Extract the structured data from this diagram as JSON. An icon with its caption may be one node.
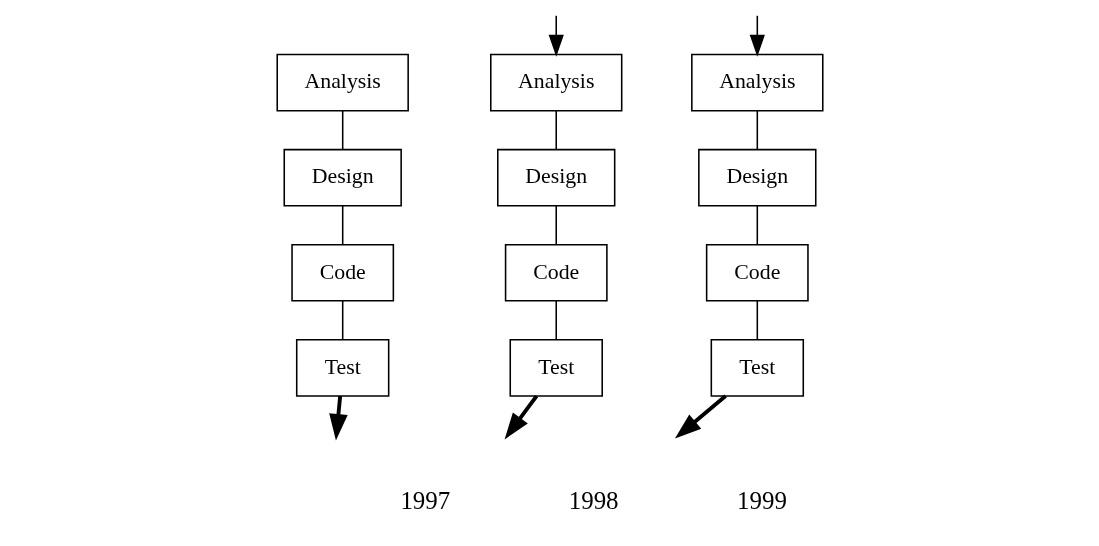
{
  "diagram": {
    "nodes": [
      {
        "text": [
          "Analysis"
        ]
      },
      {
        "text": [
          "Design"
        ]
      },
      {
        "text": [
          "Code"
        ]
      },
      {
        "text": [
          "Test"
        ]
      },
      {
        "text": [
          "Analysis"
        ]
      },
      {
        "text": [
          "Design"
        ]
      },
      {
        "text": [
          "Code"
        ]
      },
      {
        "text": [
          "Test"
        ]
      },
      {
        "text": [
          "Analysis"
        ]
      },
      {
        "text": [
          "Design"
        ]
      },
      {
        "text": [
          "Code"
        ]
      },
      {
        "text": [
          "Test"
        ]
      }
    ],
    "edges": [
      {
        "from": 0,
        "to": 1,
        "arrow": "none"
      },
      {
        "from": 1,
        "to": 2,
        "arrow": "none"
      },
      {
        "from": 2,
        "to": 3,
        "arrow": "none"
      },
      {
        "from": 3,
        "to": null,
        "arrow": "to",
        "style": "thick"
      },
      {
        "from": null,
        "to": 4,
        "arrow": "to"
      },
      {
        "from": 4,
        "to": 5,
        "arrow": "none"
      },
      {
        "from": 5,
        "to": 6,
        "arrow": "none"
      },
      {
        "from": 6,
        "to": 7,
        "arrow": "none"
      },
      {
        "from": 7,
        "to": null,
        "arrow": "to",
        "style": "thick"
      },
      {
        "from": null,
        "to": 8,
        "arrow": "to"
      },
      {
        "from": 8,
        "to": 9,
        "arrow": "none"
      },
      {
        "from": 9,
        "to": 10,
        "arrow": "none"
      },
      {
        "from": 10,
        "to": 11,
        "arrow": "none"
      },
      {
        "from": 11,
        "to": null,
        "arrow": "to",
        "style": "thick"
      }
    ],
    "labels": [
      "1997",
      "1998",
      "1999"
    ]
  }
}
